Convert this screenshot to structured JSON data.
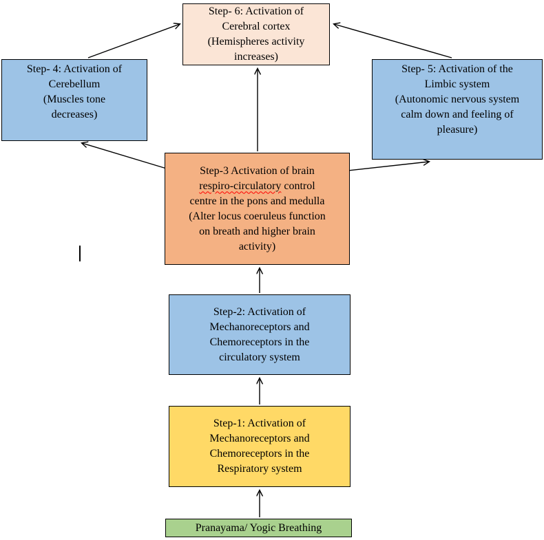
{
  "boxes": {
    "step6": {
      "text": "Step- 6: Activation of\nCerebral cortex\n(Hemispheres activity\nincreases)"
    },
    "step4": {
      "text": "Step- 4: Activation of\nCerebellum\n(Muscles tone\ndecreases)"
    },
    "step5": {
      "text": "Step- 5: Activation of the\nLimbic system\n(Autonomic nervous system\ncalm down and feeling of\npleasure)"
    },
    "step3": {
      "part1": "Step-3 Activation of brain\n",
      "misspelled_word": "respiro-circulatory",
      "part2": " control\ncentre in the pons and medulla\n(Alter locus coeruleus function\non breath and higher brain\nactivity)"
    },
    "step2": {
      "text": "Step-2: Activation of\nMechanoreceptors and\nChemoreceptors in the\ncirculatory system"
    },
    "step1": {
      "text": "Step-1: Activation of\nMechanoreceptors and\nChemoreceptors in the\nRespiratory system"
    },
    "source": {
      "text": "Pranayama/ Yogic Breathing"
    }
  },
  "colors": {
    "step6_fill": "#fbe5d6",
    "blue_fill": "#9dc3e6",
    "step3_fill": "#f4b183",
    "step1_fill": "#ffd966",
    "source_fill": "#a9d18e",
    "border": "#000000",
    "spellcheck_underline": "#ff0000"
  }
}
